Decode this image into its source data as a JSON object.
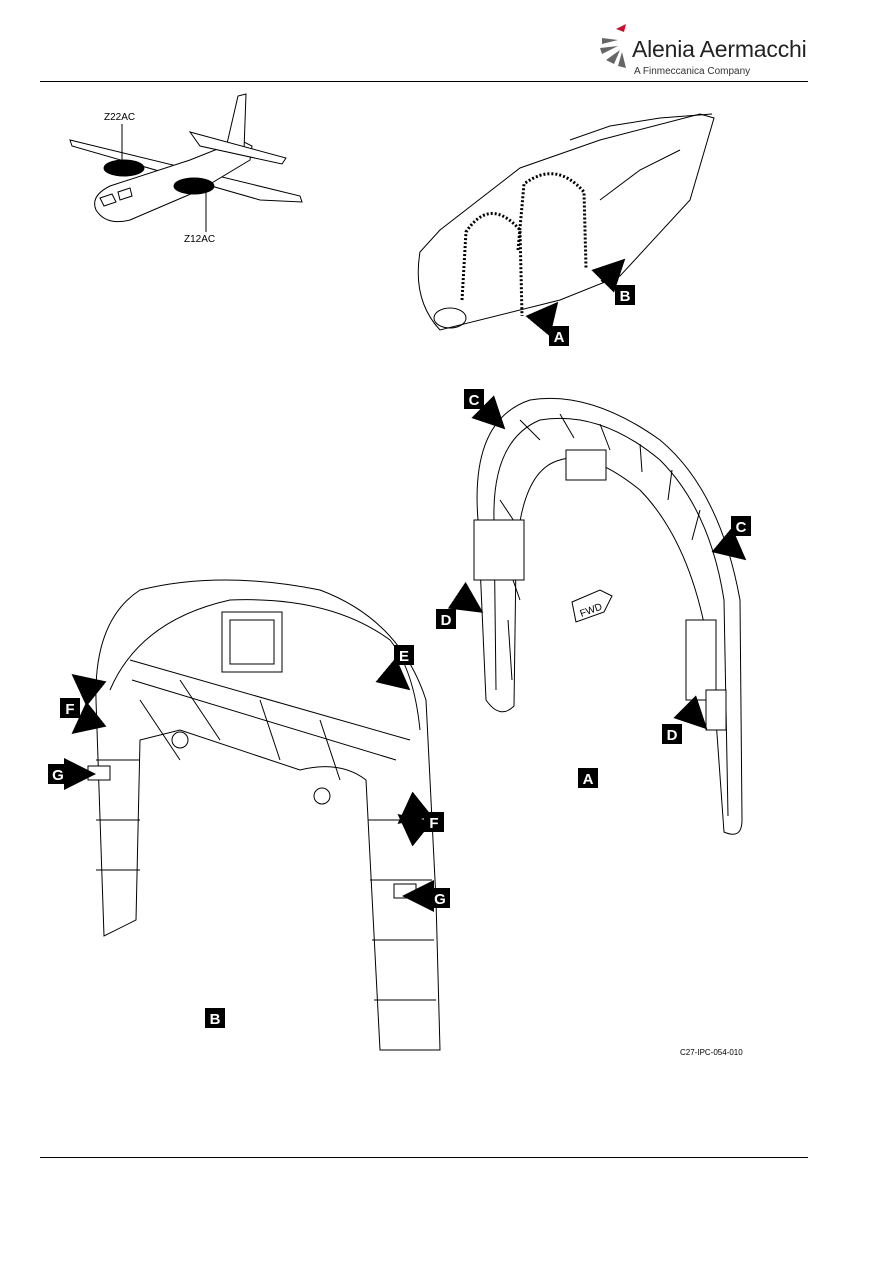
{
  "header": {
    "brand_name": "Alenia Aermacchi",
    "brand_sub": "A Finmeccanica Company"
  },
  "zones": {
    "upper": "Z22AC",
    "lower": "Z12AC"
  },
  "callouts": {
    "a": "A",
    "b": "B",
    "c": "C",
    "d": "D",
    "e": "E",
    "f": "F",
    "g": "G"
  },
  "view_a": {
    "title": "A",
    "fwd_label": "FWD"
  },
  "view_b": {
    "title": "B"
  },
  "figure_ref": "C27-IPC-054-010",
  "colors": {
    "accent": "#c8102e",
    "ink": "#000000"
  }
}
